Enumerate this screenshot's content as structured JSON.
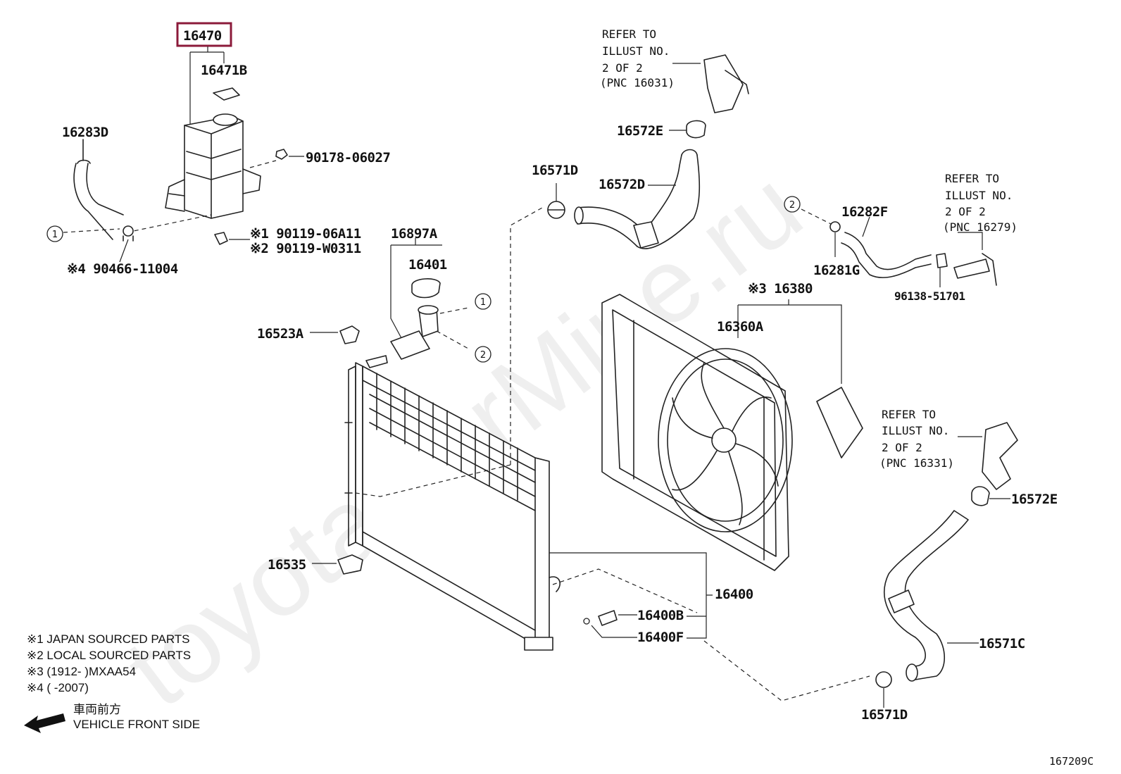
{
  "watermark": "toyotaCarMine.ru",
  "diagram_code": "167209C",
  "parts": {
    "p16470": "16470",
    "p16471B": "16471B",
    "p16283D": "16283D",
    "p90178": "90178-06027",
    "p90119a": "※1 90119-06A11",
    "p90119b": "※2 90119-W0311",
    "p90466": "※4 90466-11004",
    "p16897A": "16897A",
    "p16401": "16401",
    "p16523A": "16523A",
    "p16535": "16535",
    "p16572E_top": "16572E",
    "p16571D_top": "16571D",
    "p16572D": "16572D",
    "p16282F": "16282F",
    "p16281G": "16281G",
    "p96138": "96138-51701",
    "p16380": "※3 16380",
    "p16360A": "16360A",
    "p16400": "16400",
    "p16400B": "16400B",
    "p16400F": "16400F",
    "p16572E_right": "16572E",
    "p16571C": "16571C",
    "p16571D_bottom": "16571D"
  },
  "refs": {
    "r1": [
      "REFER TO",
      "ILLUST NO.",
      "2 OF 2",
      "(PNC 16031)"
    ],
    "r2": [
      "REFER TO",
      "ILLUST NO.",
      "2 OF 2",
      "(PNC 16279)"
    ],
    "r3": [
      "REFER TO",
      "ILLUST NO.",
      "2 OF 2",
      "(PNC 16331)"
    ]
  },
  "connectors": {
    "c1": "1",
    "c2": "2"
  },
  "notes": {
    "n1": "※1 JAPAN SOURCED PARTS",
    "n2": "※2 LOCAL SOURCED PARTS",
    "n3": "※3 (1912-      )MXAA54",
    "n4": "※4 (        -2007)"
  },
  "direction": {
    "jp": "車両前方",
    "en": "VEHICLE FRONT SIDE",
    "icon": "arrow-left-icon"
  },
  "highlight_color": "#8b1a3a"
}
